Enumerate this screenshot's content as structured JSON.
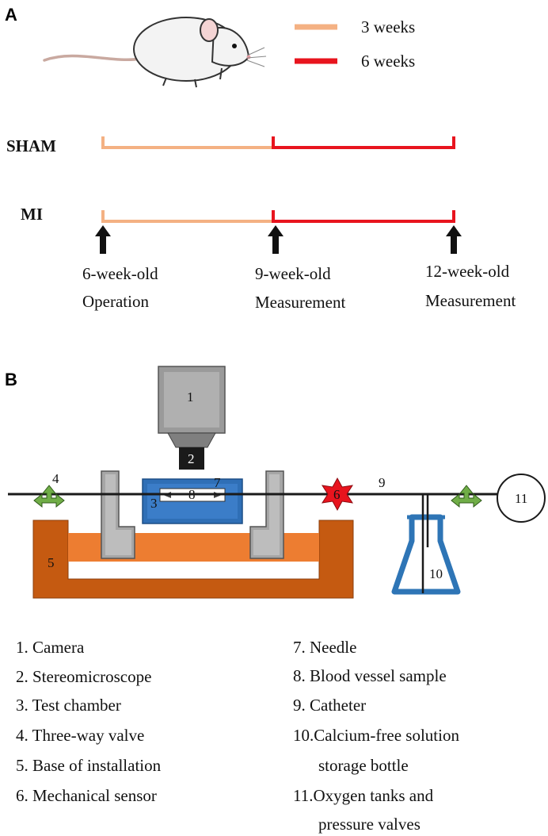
{
  "panel_a": {
    "label": "A",
    "legend": [
      {
        "label": "3 weeks",
        "color": "#f4b183"
      },
      {
        "label": "6 weeks",
        "color": "#e8141e"
      }
    ],
    "groups": [
      "SHAM",
      "MI"
    ],
    "timepoints": [
      {
        "age": "6-week-old",
        "event": "Operation"
      },
      {
        "age": "9-week-old",
        "event": "Measurement"
      },
      {
        "age": "12-week-old",
        "event": "Measurement"
      }
    ],
    "icons": [
      "mouse-icon",
      "arrow-up-icon"
    ]
  },
  "panel_b": {
    "label": "B",
    "component_numbers": [
      "1",
      "2",
      "3",
      "4",
      "5",
      "6",
      "7",
      "8",
      "9",
      "10",
      "11"
    ],
    "legend_left": [
      "1. Camera",
      "2. Stereomicroscope",
      "3. Test chamber",
      "4. Three-way valve",
      "5. Base of installation",
      "6. Mechanical sensor"
    ],
    "legend_right": [
      "7. Needle",
      "8. Blood vessel sample",
      "9. Catheter",
      "10.Calcium-free solution",
      "storage bottle",
      "11.Oxygen tanks and",
      "pressure valves"
    ],
    "colors": {
      "camera": "#9a9a9a",
      "chamber": "#2f6fb6",
      "base_outer": "#c55a11",
      "base_inner": "#ed7d31",
      "valve": "#70ad47",
      "sensor": "#e8141e",
      "flask": "#2e75b6"
    }
  }
}
